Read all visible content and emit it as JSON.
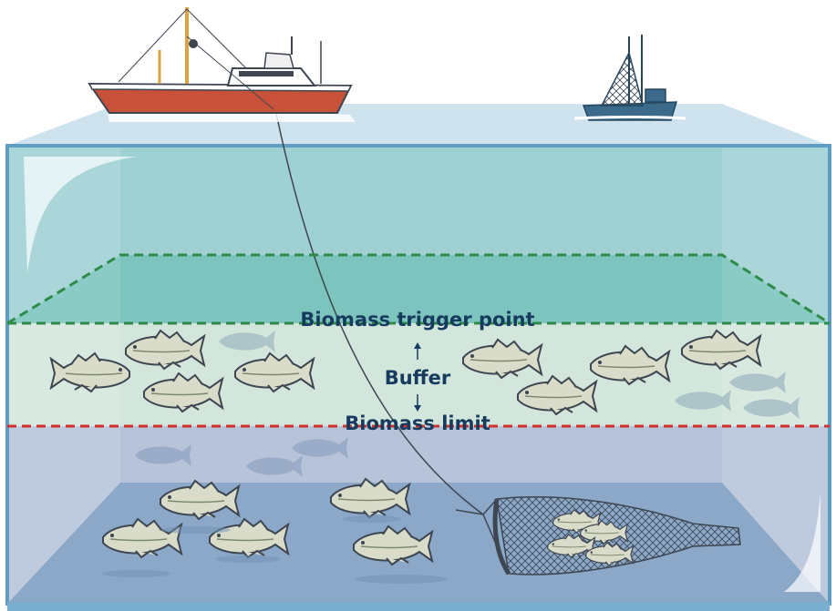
{
  "labels": {
    "trigger": "Biomass trigger point",
    "buffer": "Buffer",
    "limit": "Biomass limit"
  },
  "colors": {
    "sky": "#ffffff",
    "sea_surface": "#cfe3ef",
    "upper_water": "#9fd0d4",
    "buffer_zone": "#d3e6db",
    "lower_water": "#b6c3d9",
    "sea_floor": "#8ba8c8",
    "trigger_line": "#2e8b4a",
    "limit_line": "#d0312d",
    "label_text": "#173b5e",
    "fish_body": "#d9dcc8",
    "fish_outline": "#3e4652",
    "boat_hull": "#c8513a"
  },
  "icons": {
    "large_boat": "trawler-boat-icon",
    "small_boat": "fishing-boat-icon",
    "net": "trawl-net-icon",
    "fish": "cod-fish-icon"
  }
}
